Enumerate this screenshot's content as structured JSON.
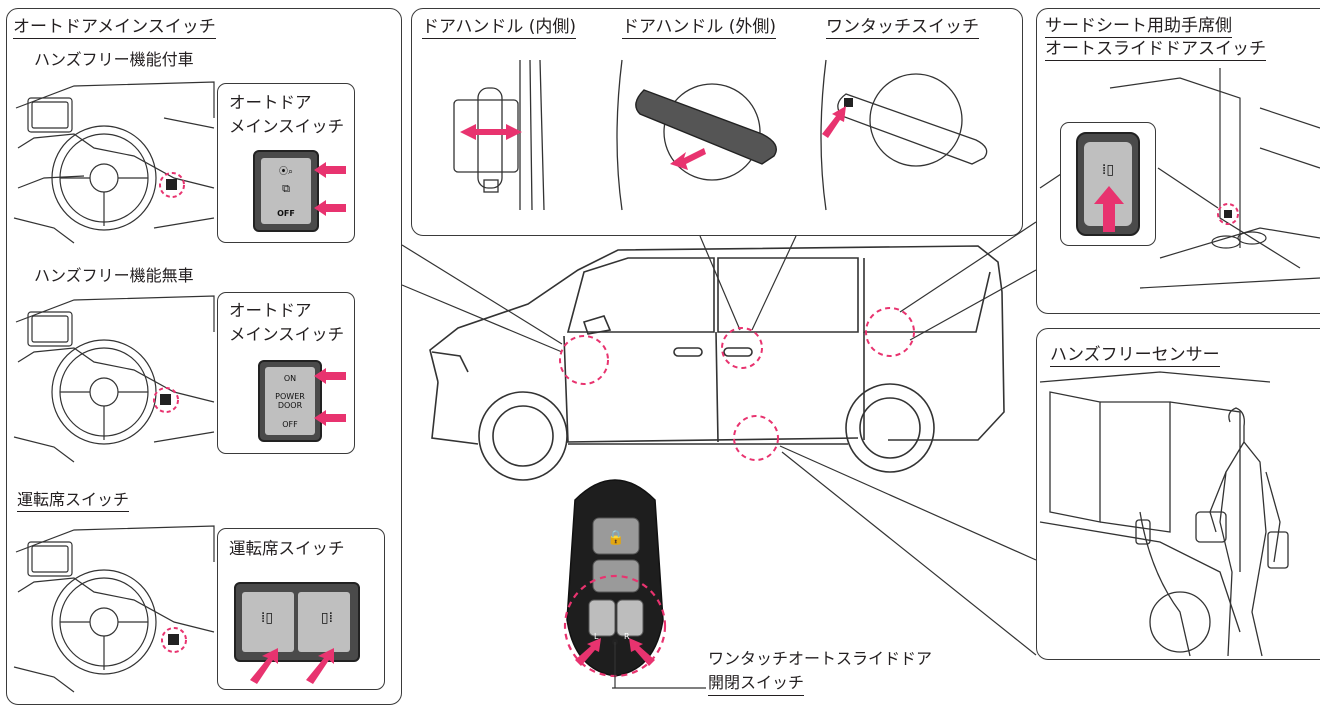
{
  "colors": {
    "accent": "#e8336f",
    "line": "#3a3a3a",
    "switch": "#4a4a4a"
  },
  "left_panel": {
    "title": "オートドアメインスイッチ",
    "handsfree_with": {
      "label": "ハンズフリー機能付車",
      "inset_label_line1": "オートドア",
      "inset_label_line2": "メインスイッチ",
      "switch_off": "OFF"
    },
    "handsfree_without": {
      "label": "ハンズフリー機能無車",
      "inset_label_line1": "オートドア",
      "inset_label_line2": "メインスイッチ",
      "switch_on": "ON",
      "switch_power": "POWER",
      "switch_door": "DOOR",
      "switch_off": "OFF"
    },
    "driver_seat": {
      "section_title": "運転席スイッチ",
      "inset_label": "運転席スイッチ"
    }
  },
  "top_center_panel": {
    "labels": [
      "ドアハンドル (内側)",
      "ドアハンドル (外側)",
      "ワンタッチスイッチ"
    ]
  },
  "top_right_panel": {
    "title_line1": "サードシート用助手席側",
    "title_line2": "オートスライドドアスイッチ"
  },
  "bottom_right_panel": {
    "title": "ハンズフリーセンサー"
  },
  "key_fob": {
    "caption_line1": "ワンタッチオートスライドドア",
    "caption_line2": "開閉スイッチ",
    "side_labels": [
      "L",
      "R"
    ]
  }
}
